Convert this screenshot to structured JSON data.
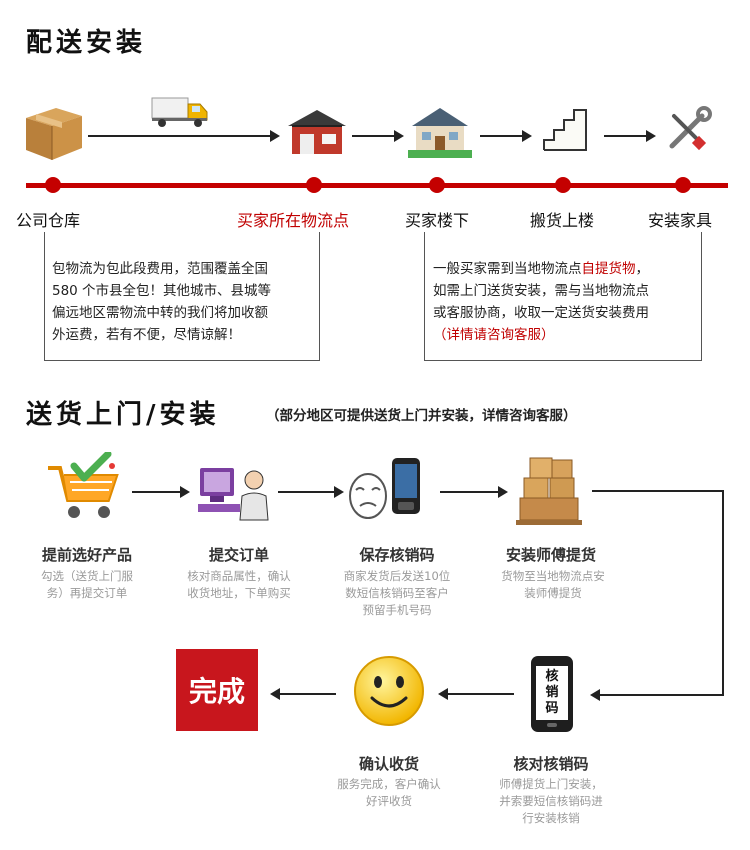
{
  "section1": {
    "title": "配送安装",
    "stages": [
      {
        "label": "公司仓库",
        "icon": "cardboard-box-icon"
      },
      {
        "label": "买家所在物流点",
        "icon": "warehouse-icon"
      },
      {
        "label": "买家楼下",
        "icon": "house-icon"
      },
      {
        "label": "搬货上楼",
        "icon": "stairs-icon"
      },
      {
        "label": "安装家具",
        "icon": "tools-icon"
      }
    ],
    "truck_icon": "delivery-truck-icon",
    "note_left": {
      "lines": [
        "包物流为包此段费用，范围覆盖全国",
        "580 个市县全包！其他城市、县城等",
        "偏远地区需物流中转的我们将加收额",
        "外运费，若有不便，尽情谅解！"
      ]
    },
    "note_right": {
      "line1_a": "一般买家需到当地物流点",
      "line1_b": "自提货物",
      "line1_c": "，",
      "line2": "如需上门送货安装，需与当地物流点",
      "line3": "或客服协商，收取一定送货安装费用",
      "line4_a": "（",
      "line4_b": "详情请咨询客服",
      "line4_c": "）"
    },
    "accent_color": "#c40000"
  },
  "section2": {
    "title": "送货上门/安装",
    "subtitle": "（部分地区可提供送货上门并安装，详情咨询客服）",
    "steps": [
      {
        "title": "提前选好产品",
        "desc": [
          "勾选（送货上门服",
          "务）再提交订单"
        ],
        "icon": "shopping-cart-icon"
      },
      {
        "title": "提交订单",
        "desc": [
          "核对商品属性，确认",
          "收货地址，下单购买"
        ],
        "icon": "computer-user-icon"
      },
      {
        "title": "保存核销码",
        "desc": [
          "商家发货后发送10位",
          "数短信核销码至客户",
          "预留手机号码"
        ],
        "icon": "mobile-phone-icon"
      },
      {
        "title": "安装师傅提货",
        "desc": [
          "货物至当地物流点安",
          "装师傅提货"
        ],
        "icon": "package-stack-icon"
      },
      {
        "title": "核对核销码",
        "desc": [
          "师傅提货上门安装，",
          "并索要短信核销码进",
          "行安装核销"
        ],
        "icon": "phone-code-icon",
        "phone_text": [
          "核",
          "销",
          "码"
        ]
      },
      {
        "title": "确认收货",
        "desc": [
          "服务完成，客户确认",
          "好评收货"
        ],
        "icon": "smiley-icon"
      }
    ],
    "done_label": "完成"
  }
}
